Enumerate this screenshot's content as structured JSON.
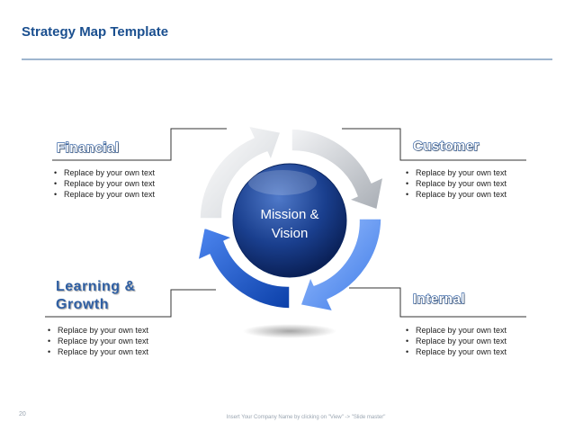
{
  "page": {
    "title": "Strategy Map Template",
    "page_number": "20",
    "footer": "Insert Your Company Name by clicking on \"View\" -> \"Slide master\""
  },
  "center": {
    "line1": "Mission &",
    "line2": "Vision"
  },
  "quadrants": {
    "financial": {
      "title": "Financial",
      "items": [
        "Replace by your own text",
        "Replace by your own text",
        "Replace by your own text"
      ]
    },
    "customer": {
      "title": "Customer",
      "items": [
        "Replace by your own text",
        "Replace by your own text",
        "Replace by your own text"
      ]
    },
    "learning": {
      "title_line1": "Learning &",
      "title_line2": "Growth",
      "items": [
        "Replace by your own text",
        "Replace by your own text",
        "Replace by your own text"
      ]
    },
    "internal": {
      "title": "Internal",
      "items": [
        "Replace by your own text",
        "Replace by your own text",
        "Replace by your own text"
      ]
    }
  },
  "colors": {
    "title": "#1a4f8f",
    "accent_blue": "#1f56c4",
    "rule": "#9fb6cf"
  }
}
